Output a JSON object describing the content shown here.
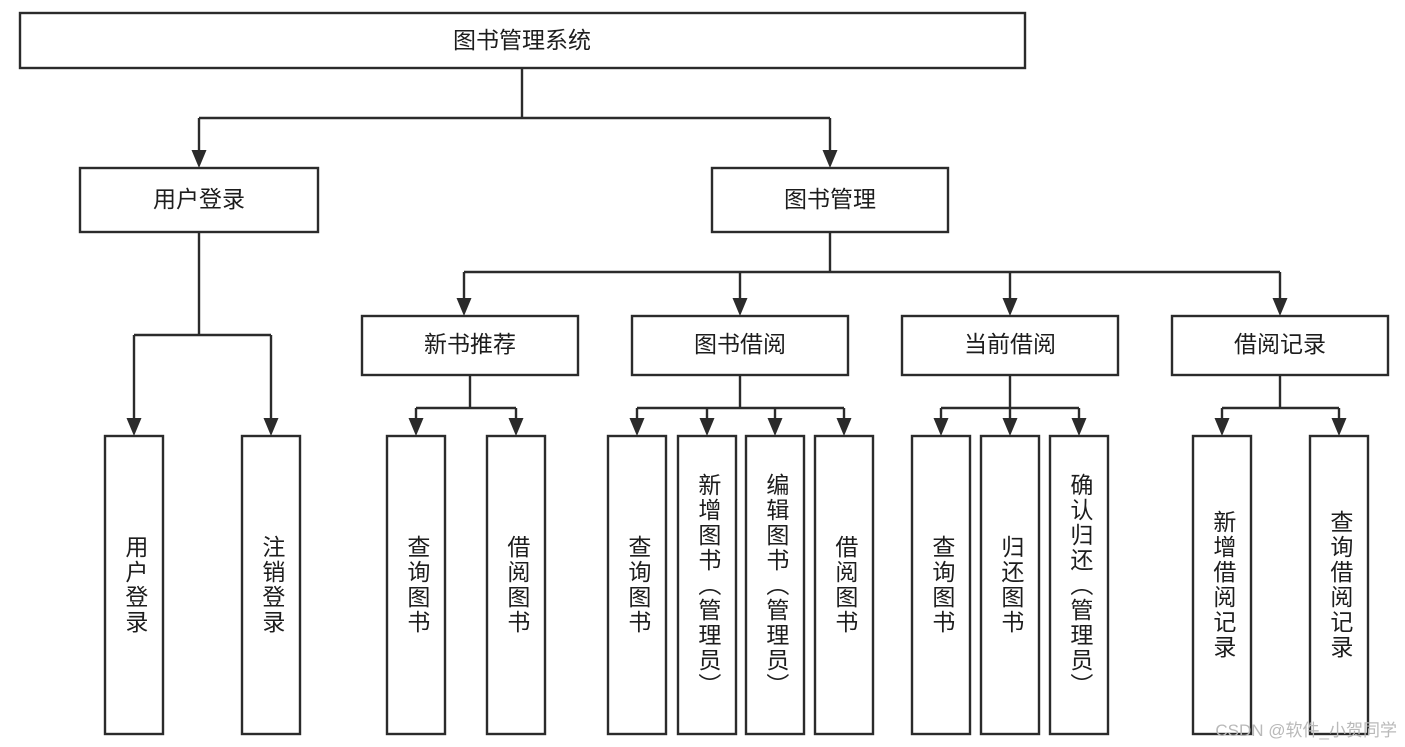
{
  "diagram": {
    "type": "hierarchy-tree",
    "title_node": "图书管理系统",
    "watermark": "CSDN @软件_小贺同学",
    "colors": {
      "stroke": "#2b2b2b",
      "fill": "#ffffff",
      "text": "#1d1d1d",
      "watermark": "#b9b9b9"
    },
    "level2": [
      {
        "label": "用户登录"
      },
      {
        "label": "图书管理"
      }
    ],
    "level3": [
      {
        "label": "新书推荐"
      },
      {
        "label": "图书借阅"
      },
      {
        "label": "当前借阅"
      },
      {
        "label": "借阅记录"
      }
    ],
    "leaves": {
      "user_login": [
        {
          "label": "用户登录"
        },
        {
          "label": "注销登录"
        }
      ],
      "new_book": [
        {
          "label": "查询图书"
        },
        {
          "label": "借阅图书"
        }
      ],
      "book_borrow": [
        {
          "label": "查询图书"
        },
        {
          "label": "新增图书（管理员）"
        },
        {
          "label": "编辑图书（管理员）"
        },
        {
          "label": "借阅图书"
        }
      ],
      "current_borrow": [
        {
          "label": "查询图书"
        },
        {
          "label": "归还图书"
        },
        {
          "label": "确认归还（管理员）"
        }
      ],
      "borrow_record": [
        {
          "label": "新增借阅记录"
        },
        {
          "label": "查询借阅记录"
        }
      ]
    }
  }
}
